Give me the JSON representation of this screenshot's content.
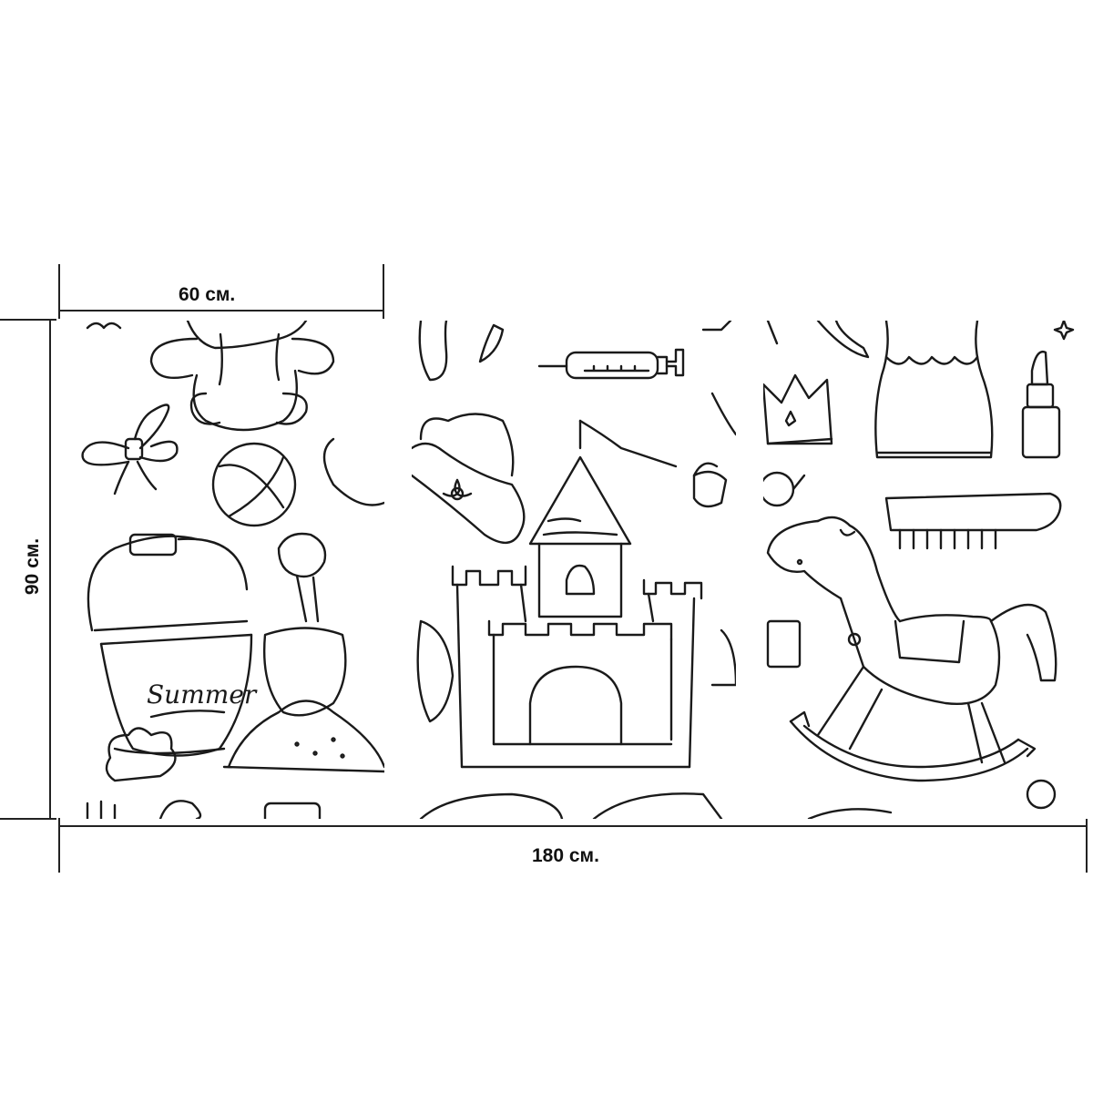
{
  "dimensions": {
    "panel_width_label": "60 см.",
    "total_width_label": "180 см.",
    "height_label": "90 см."
  },
  "artwork": {
    "bucket_text": "Summer"
  },
  "colors": {
    "line": "#1a1a1a",
    "background": "#ffffff"
  }
}
